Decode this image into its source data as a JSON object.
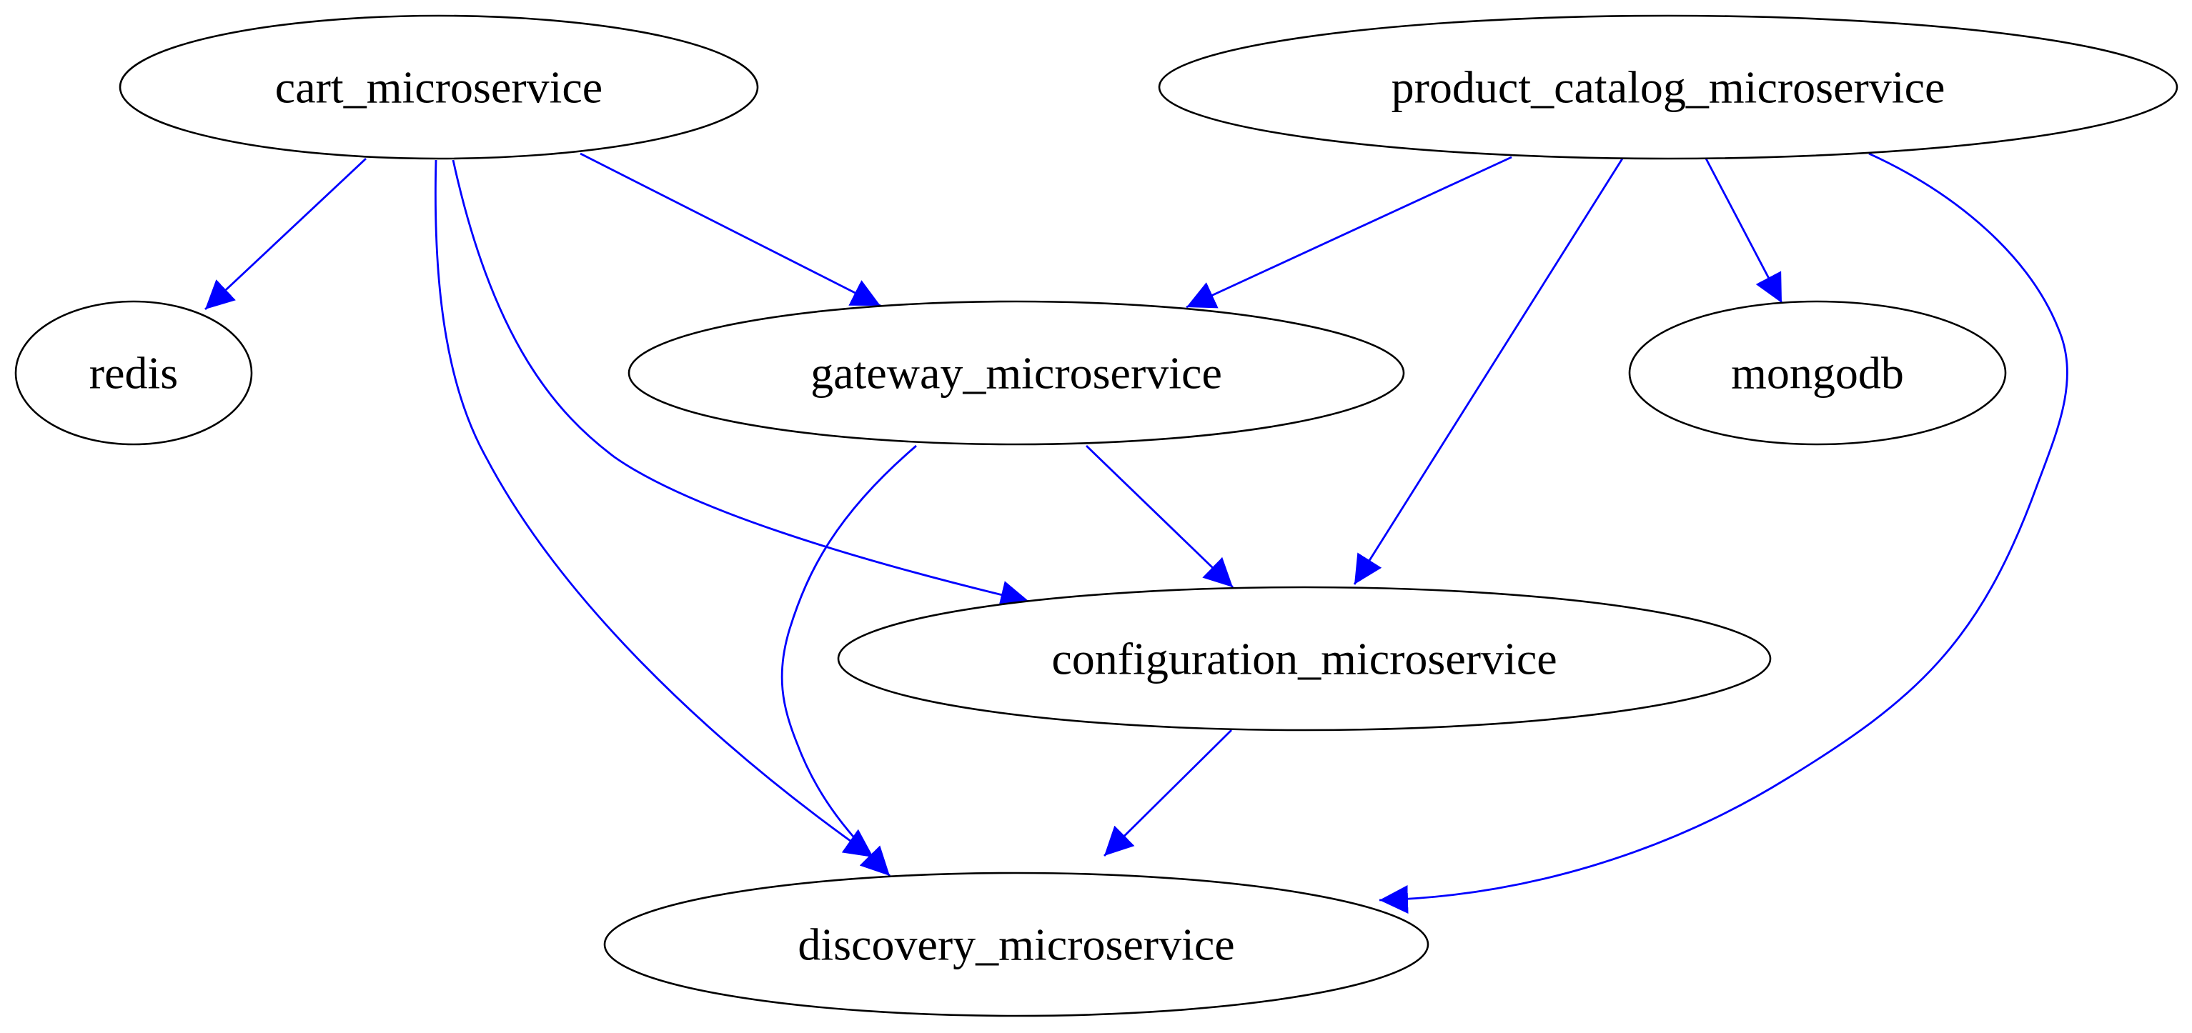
{
  "graph": {
    "edge_color": "#0000ff",
    "node_border_color": "#000000",
    "node_shape": "ellipse",
    "nodes": {
      "cart": {
        "label": "cart_microservice"
      },
      "product_catalog": {
        "label": "product_catalog_microservice"
      },
      "redis": {
        "label": "redis"
      },
      "gateway": {
        "label": "gateway_microservice"
      },
      "mongodb": {
        "label": "mongodb"
      },
      "configuration": {
        "label": "configuration_microservice"
      },
      "discovery": {
        "label": "discovery_microservice"
      }
    },
    "edges": [
      {
        "from": "cart_microservice",
        "to": "redis"
      },
      {
        "from": "cart_microservice",
        "to": "gateway_microservice"
      },
      {
        "from": "cart_microservice",
        "to": "configuration_microservice"
      },
      {
        "from": "cart_microservice",
        "to": "discovery_microservice"
      },
      {
        "from": "product_catalog_microservice",
        "to": "gateway_microservice"
      },
      {
        "from": "product_catalog_microservice",
        "to": "configuration_microservice"
      },
      {
        "from": "product_catalog_microservice",
        "to": "mongodb"
      },
      {
        "from": "product_catalog_microservice",
        "to": "discovery_microservice"
      },
      {
        "from": "gateway_microservice",
        "to": "configuration_microservice"
      },
      {
        "from": "gateway_microservice",
        "to": "discovery_microservice"
      },
      {
        "from": "configuration_microservice",
        "to": "discovery_microservice"
      }
    ]
  }
}
